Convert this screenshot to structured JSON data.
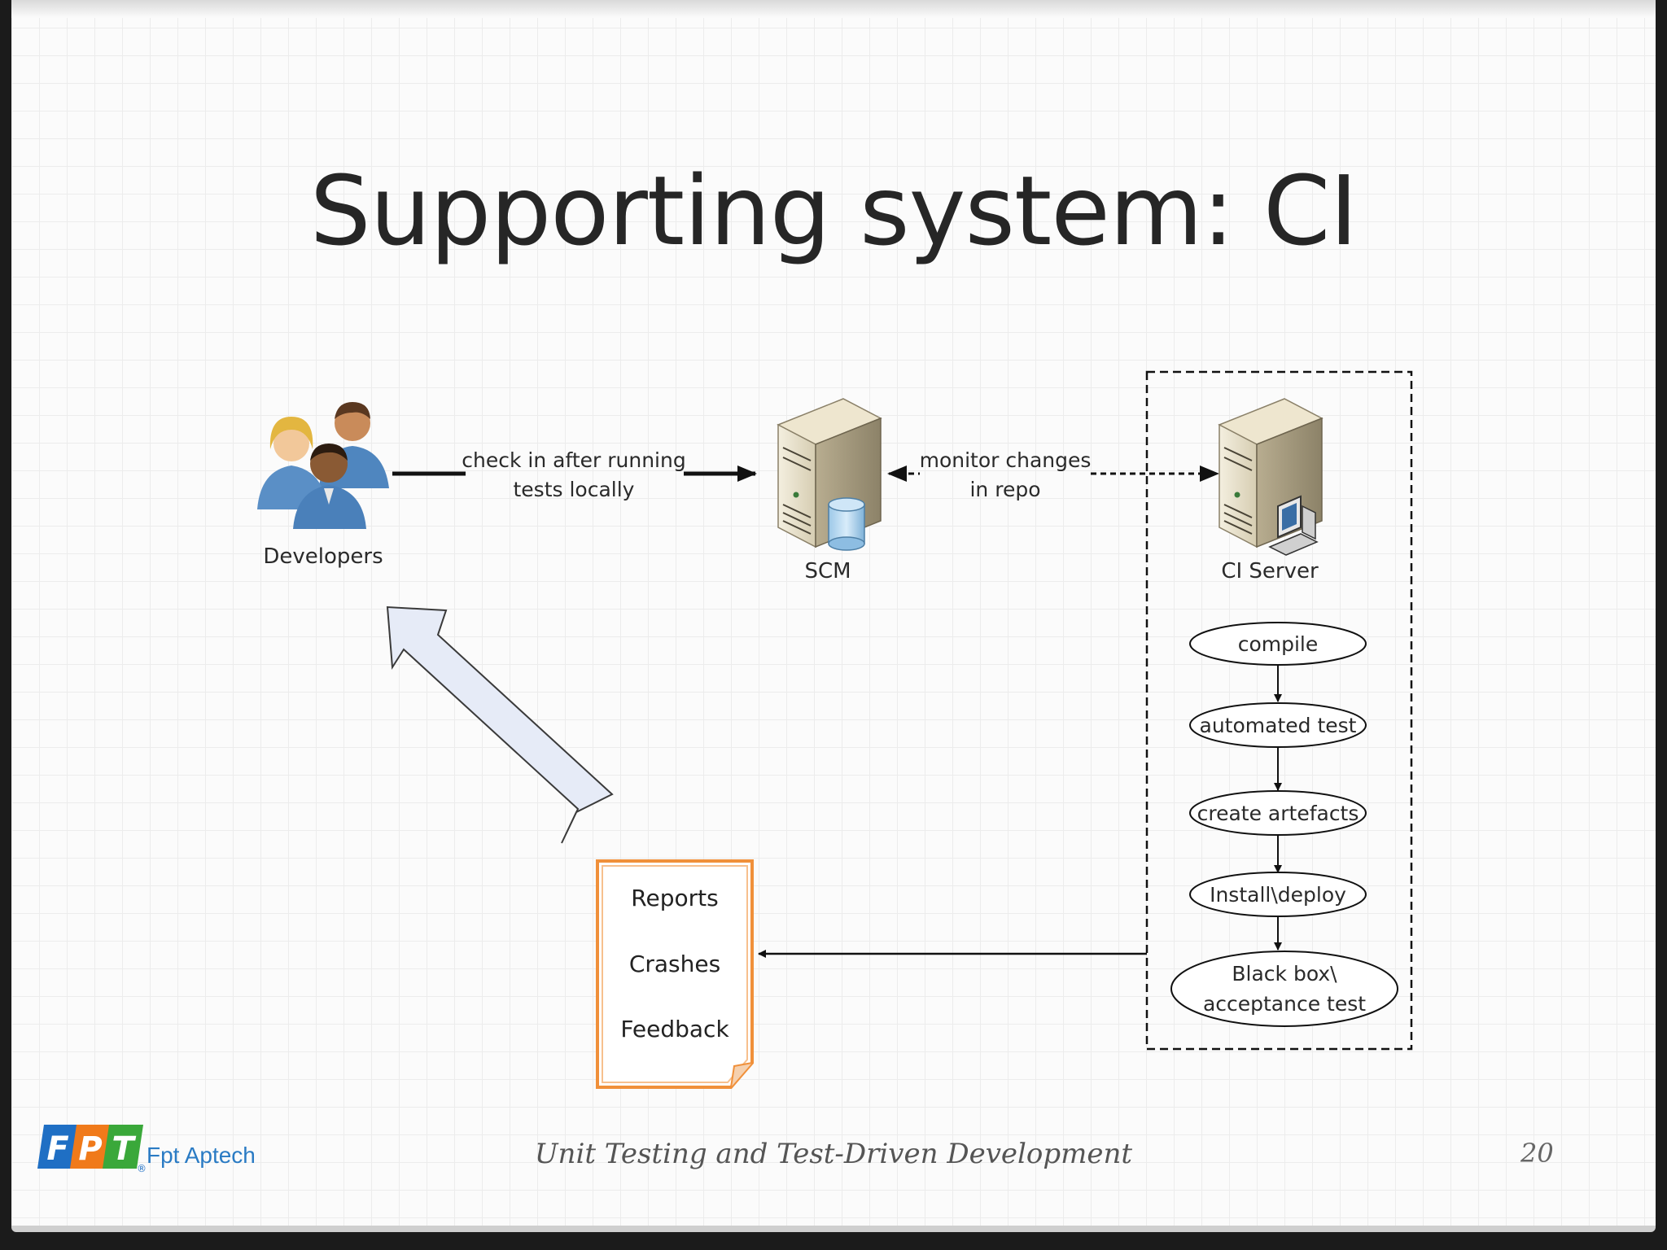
{
  "slide": {
    "title": "Supporting system: CI",
    "footer": "Unit Testing and Test-Driven Development",
    "page_number": "20"
  },
  "logo": {
    "letters": [
      "F",
      "P",
      "T"
    ],
    "mark": "®",
    "text": "Fpt Aptech",
    "colors": [
      "#1f6fc4",
      "#f07a1a",
      "#3aa83a"
    ]
  },
  "diagram": {
    "nodes": {
      "developers": "Developers",
      "scm": "SCM",
      "ci_server": "CI Server"
    },
    "edges": {
      "checkin": [
        "check in after running",
        "tests locally"
      ],
      "monitor": [
        "monitor changes",
        "in repo"
      ]
    },
    "pipeline": [
      [
        "compile"
      ],
      [
        "automated test"
      ],
      [
        "create artefacts"
      ],
      [
        "Install\\deploy"
      ],
      [
        "Black box\\",
        "acceptance test"
      ]
    ],
    "report_doc": [
      "Reports",
      "Crashes",
      "Feedback"
    ],
    "icons": [
      "people-group-icon",
      "server-database-icon",
      "server-computer-icon"
    ]
  }
}
